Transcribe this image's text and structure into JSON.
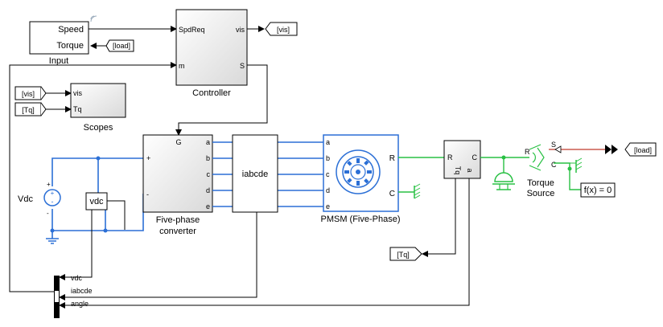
{
  "blocks": {
    "input": {
      "label": "Input",
      "ports": [
        "Speed",
        "Torque"
      ]
    },
    "controller": {
      "label": "Controller",
      "in_ports": [
        "SpdReq",
        "m"
      ],
      "out_ports": [
        "vis",
        "S"
      ]
    },
    "scopes": {
      "label": "Scopes",
      "ports": [
        "vis",
        "Tq"
      ]
    },
    "converter": {
      "label_line1": "Five-phase",
      "label_line2": "converter",
      "ports_left": [
        "+",
        "-"
      ],
      "port_top": "G",
      "ports_right": [
        "a",
        "b",
        "c",
        "d",
        "e"
      ]
    },
    "iabcde": {
      "label": "iabcde"
    },
    "pmsm": {
      "label": "PMSM (Five-Phase)",
      "ports_left": [
        "a",
        "b",
        "c",
        "d",
        "e"
      ],
      "ports_right": [
        "R",
        "C"
      ]
    },
    "sensor": {
      "ports": [
        "R",
        "C",
        "Tq",
        "a"
      ]
    },
    "torque_source": {
      "label_line1": "Torque",
      "label_line2": "Source",
      "ports": [
        "R",
        "C",
        "S"
      ]
    },
    "vdc_source": {
      "label": "Vdc",
      "plus": "+",
      "minus": "-"
    },
    "vdc_sensor": {
      "label": "vdc"
    },
    "solver": {
      "label": "f(x) = 0"
    },
    "mux": {
      "labels": [
        "vdc",
        "iabcde",
        "angle"
      ]
    }
  },
  "tags": {
    "load_out": "[load]",
    "vis_out": "[vis]",
    "vis_in": "[vis]",
    "tq_in": "[Tq]",
    "tq_out": "[Tq]",
    "load_in": "[load]"
  },
  "colors": {
    "electrical": "#2b6fd6",
    "mechanical": "#28c043",
    "signal": "#000000",
    "physical_signal": "#c0392b"
  }
}
